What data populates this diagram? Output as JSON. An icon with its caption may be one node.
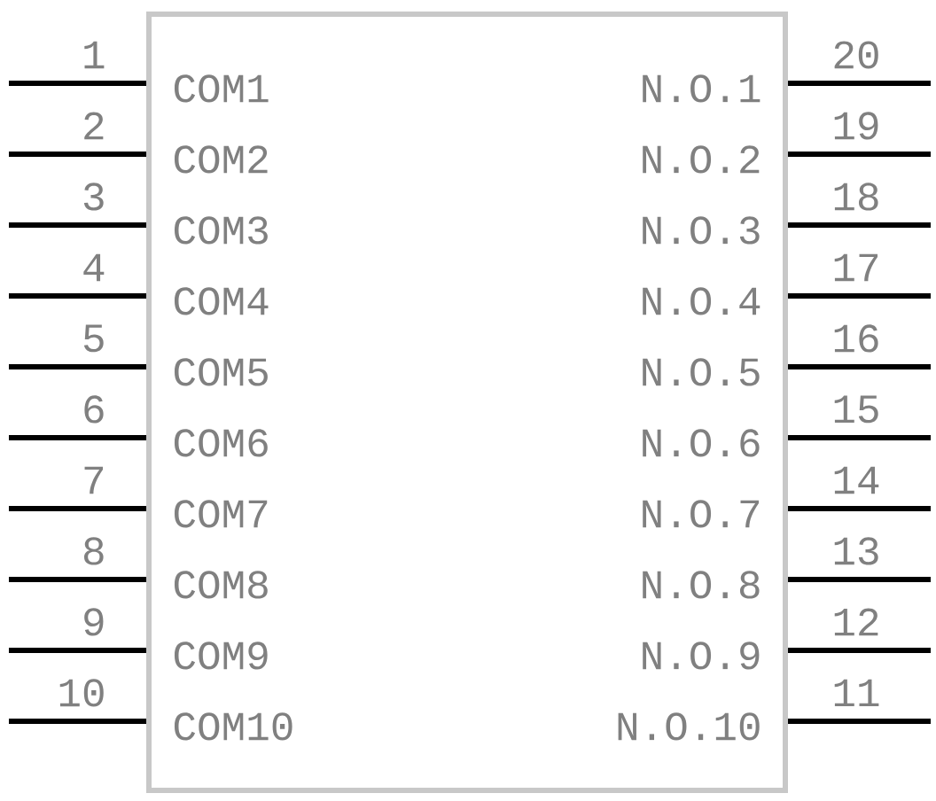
{
  "diagram": {
    "nodes": [
      {
        "text": [
          "COM1",
          "N.O.1",
          "COM2",
          "N.O.2",
          "COM3",
          "N.O.3",
          "COM4",
          "N.O.4",
          "COM5",
          "N.O.5",
          "COM6",
          "N.O.6",
          "COM7",
          "N.O.7",
          "COM8",
          "N.O.8",
          "COM9",
          "N.O.9",
          "COM10",
          "N.O.10"
        ]
      }
    ],
    "labels": [
      "1",
      "20",
      "2",
      "19",
      "3",
      "18",
      "4",
      "17",
      "5",
      "16",
      "6",
      "15",
      "7",
      "14",
      "8",
      "13",
      "9",
      "12",
      "10",
      "11"
    ]
  }
}
